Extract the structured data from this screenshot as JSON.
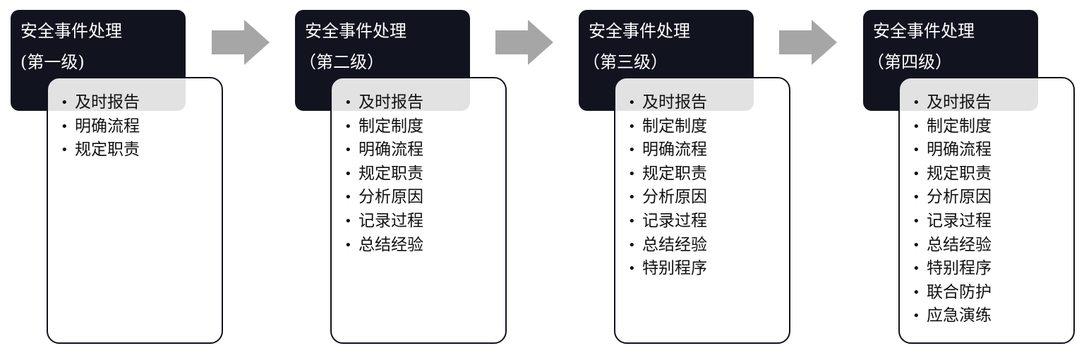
{
  "stages": [
    {
      "title": "安全事件处理",
      "level": "(第一级)",
      "items": [
        "及时报告",
        "明确流程",
        "规定职责"
      ]
    },
    {
      "title": "安全事件处理",
      "level": "（第二级）",
      "items": [
        "及时报告",
        "制定制度",
        "明确流程",
        "规定职责",
        "分析原因",
        "记录过程",
        "总结经验"
      ]
    },
    {
      "title": "安全事件处理",
      "level": "（第三级）",
      "items": [
        "及时报告",
        "制定制度",
        "明确流程",
        "规定职责",
        "分析原因",
        "记录过程",
        "总结经验",
        "特别程序"
      ]
    },
    {
      "title": "安全事件处理",
      "level": "（第四级）",
      "items": [
        "及时报告",
        "制定制度",
        "明确流程",
        "规定职责",
        "分析原因",
        "记录过程",
        "总结经验",
        "特别程序",
        "联合防护",
        "应急演练"
      ]
    }
  ],
  "colors": {
    "header_bg": "#11131f",
    "header_text": "#ffffff",
    "arrow": "#a6a6a6",
    "card_border": "#11131f"
  },
  "icons": {
    "connector": "right-arrow-icon"
  }
}
